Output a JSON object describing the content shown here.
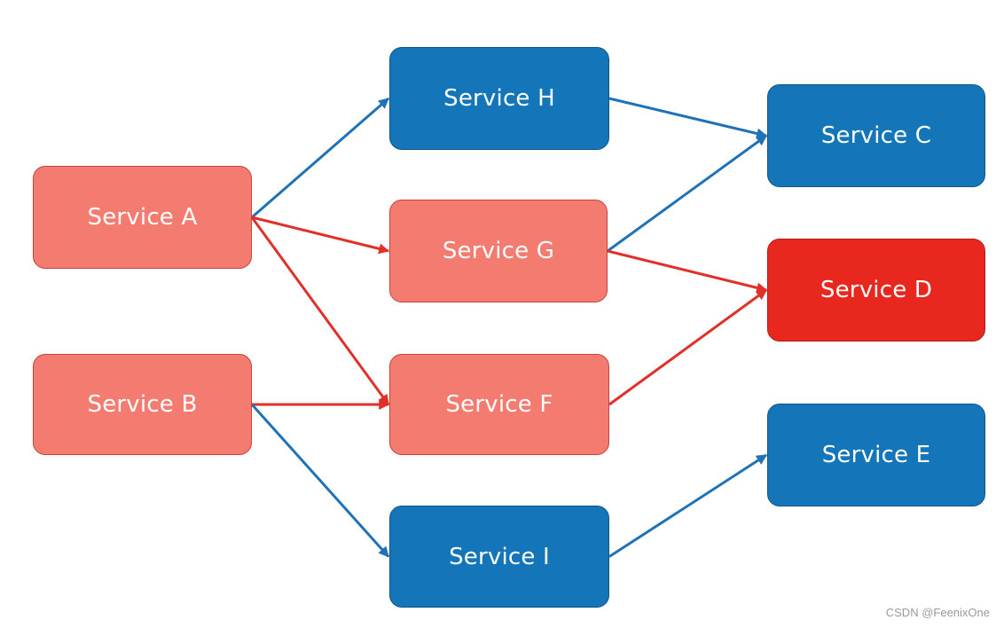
{
  "nodes": {
    "a": {
      "label": "Service A",
      "status": "failing-upstream",
      "color": "#f47b70"
    },
    "b": {
      "label": "Service B",
      "status": "failing-upstream",
      "color": "#f47b70"
    },
    "h": {
      "label": "Service H",
      "status": "healthy",
      "color": "#1476b9"
    },
    "g": {
      "label": "Service G",
      "status": "failing-upstream",
      "color": "#f47b70"
    },
    "f": {
      "label": "Service F",
      "status": "failing-upstream",
      "color": "#f47b70"
    },
    "i": {
      "label": "Service I",
      "status": "healthy",
      "color": "#1476b9"
    },
    "c": {
      "label": "Service C",
      "status": "healthy",
      "color": "#1476b9"
    },
    "d": {
      "label": "Service D",
      "status": "failed",
      "color": "#e8271f"
    },
    "e": {
      "label": "Service E",
      "status": "healthy",
      "color": "#1476b9"
    }
  },
  "edges": [
    {
      "from": "a",
      "to": "h",
      "kind": "healthy"
    },
    {
      "from": "a",
      "to": "g",
      "kind": "failing"
    },
    {
      "from": "a",
      "to": "f",
      "kind": "failing"
    },
    {
      "from": "b",
      "to": "f",
      "kind": "failing"
    },
    {
      "from": "b",
      "to": "i",
      "kind": "healthy"
    },
    {
      "from": "h",
      "to": "c",
      "kind": "healthy"
    },
    {
      "from": "g",
      "to": "c",
      "kind": "healthy"
    },
    {
      "from": "g",
      "to": "d",
      "kind": "failing"
    },
    {
      "from": "f",
      "to": "d",
      "kind": "failing"
    },
    {
      "from": "i",
      "to": "e",
      "kind": "healthy"
    }
  ],
  "colors": {
    "healthy_edge": "#1f72b6",
    "failing_edge": "#e0302a"
  },
  "watermark": "CSDN @FeenixOne"
}
